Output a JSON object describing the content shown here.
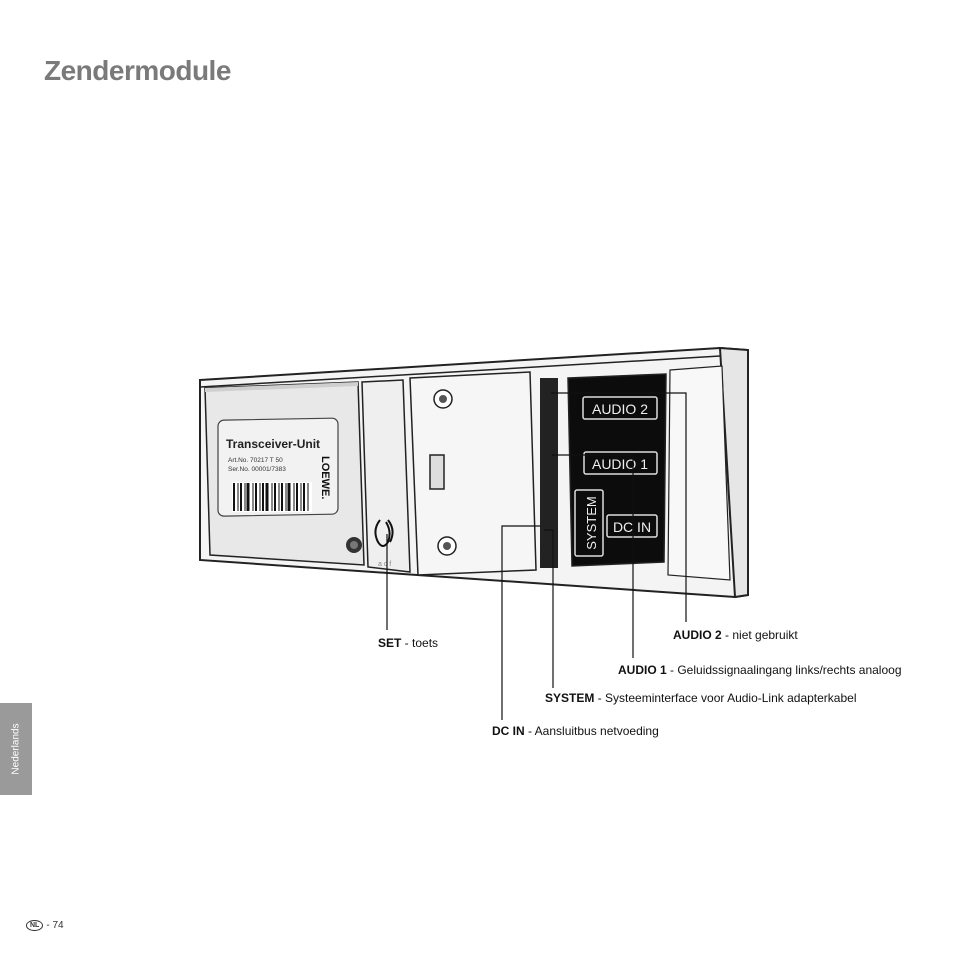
{
  "page": {
    "title": "Zendermodule",
    "side_tab": "Nederlands",
    "footer_lang": "NL",
    "footer_page": "- 74"
  },
  "device": {
    "label_title": "Transceiver-Unit",
    "label_artno": "Art.No.  70217 T 50",
    "label_serno": "Ser.No.  00001/7383",
    "brand": "LOEWE.",
    "port_audio2": "AUDIO 2",
    "port_audio1": "AUDIO 1",
    "port_system": "SYSTEM",
    "port_dcin": "DC IN"
  },
  "callouts": {
    "set": {
      "name": "SET",
      "desc": " - toets"
    },
    "audio2": {
      "name": "AUDIO 2",
      "desc": " - niet gebruikt"
    },
    "audio1": {
      "name": "AUDIO 1",
      "desc": " - Geluidssignaalingang links/rechts analoog"
    },
    "system": {
      "name": "SYSTEM",
      "desc": " - Systeeminterface voor Audio-Link adapterkabel"
    },
    "dcin": {
      "name": "DC IN",
      "desc": " - Aansluitbus netvoeding"
    }
  }
}
